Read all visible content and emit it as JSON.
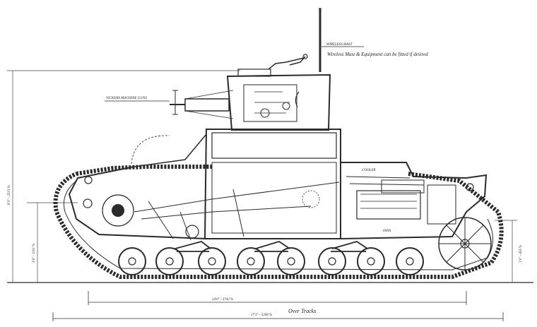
{
  "labels": {
    "wireless_mast": "WIRELESS MAST",
    "wireless_note": "Wireless Mast & Equipment can be fitted if desired",
    "vickers_guns": "VICKERS MACHINE GUNS",
    "cooler": "COOLER",
    "fans": "FANS",
    "height_overall": "8'3\" - 2515 %",
    "height_hull": "3'0\" - 1161 %",
    "height_rear": "1'0\" - 455 %",
    "length_hull": "14'0\" - 3742 %",
    "length_tracks": "17'3\" - 5200 %",
    "over_tracks": "Over Tracks"
  },
  "colors": {
    "ink": "#2a2a2a",
    "paper": "#ffffff"
  }
}
